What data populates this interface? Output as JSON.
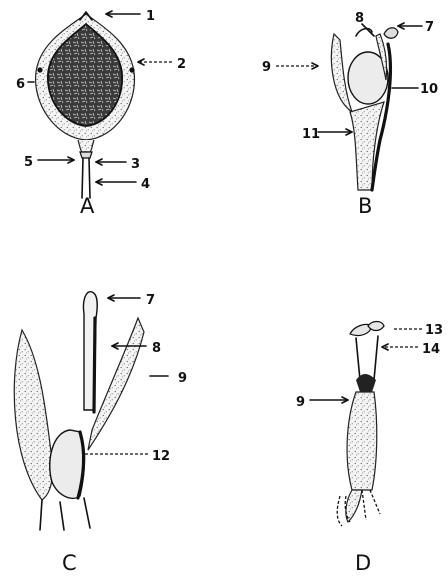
{
  "panels": {
    "A": {
      "letter": "A",
      "labels": [
        {
          "num": "1",
          "role": "callout-1"
        },
        {
          "num": "2",
          "role": "callout-2"
        },
        {
          "num": "6",
          "role": "callout-6"
        },
        {
          "num": "5",
          "role": "callout-5"
        },
        {
          "num": "3",
          "role": "callout-3"
        },
        {
          "num": "4",
          "role": "callout-4"
        }
      ]
    },
    "B": {
      "letter": "B",
      "labels": [
        {
          "num": "8",
          "role": "callout-8"
        },
        {
          "num": "7",
          "role": "callout-7"
        },
        {
          "num": "9",
          "role": "callout-9"
        },
        {
          "num": "10",
          "role": "callout-10"
        },
        {
          "num": "11",
          "role": "callout-11"
        }
      ]
    },
    "C": {
      "letter": "C",
      "labels": [
        {
          "num": "7",
          "role": "callout-7"
        },
        {
          "num": "8",
          "role": "callout-8"
        },
        {
          "num": "9",
          "role": "callout-9"
        },
        {
          "num": "12",
          "role": "callout-12"
        }
      ]
    },
    "D": {
      "letter": "D",
      "labels": [
        {
          "num": "13",
          "role": "callout-13"
        },
        {
          "num": "14",
          "role": "callout-14"
        },
        {
          "num": "9",
          "role": "callout-9"
        }
      ]
    }
  }
}
